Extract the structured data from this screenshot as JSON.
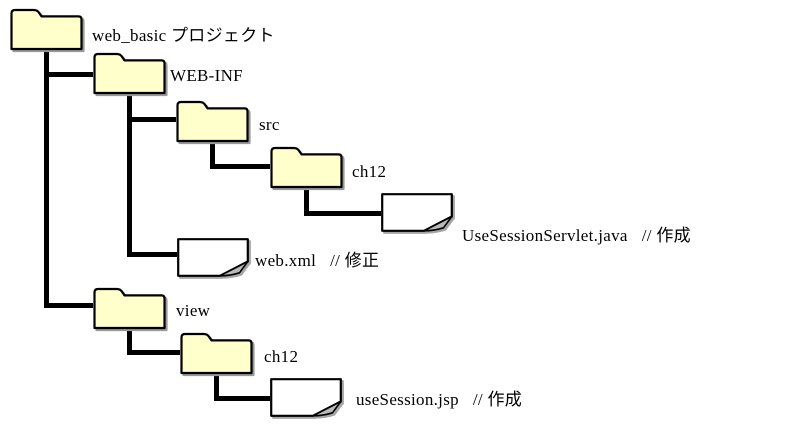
{
  "diagram": {
    "type": "folder-tree",
    "nodes": [
      {
        "id": "root",
        "kind": "folder",
        "label": "web_basic プロジェクト"
      },
      {
        "id": "web-inf",
        "kind": "folder",
        "label": "WEB-INF"
      },
      {
        "id": "src",
        "kind": "folder",
        "label": "src"
      },
      {
        "id": "ch12-src",
        "kind": "folder",
        "label": "ch12"
      },
      {
        "id": "servlet-java",
        "kind": "file",
        "label": "UseSessionServlet.java",
        "note": "// 作成"
      },
      {
        "id": "web-xml",
        "kind": "file",
        "label": "web.xml",
        "note": "// 修正"
      },
      {
        "id": "view",
        "kind": "folder",
        "label": "view"
      },
      {
        "id": "ch12-view",
        "kind": "folder",
        "label": "ch12"
      },
      {
        "id": "usesession-jsp",
        "kind": "file",
        "label": "useSession.jsp",
        "note": "// 作成"
      }
    ],
    "hierarchy": {
      "web_basic プロジェクト": {
        "WEB-INF": {
          "src": {
            "ch12": [
              "UseSessionServlet.java // 作成"
            ]
          },
          "web.xml": "// 修正"
        },
        "view": {
          "ch12": [
            "useSession.jsp // 作成"
          ]
        }
      }
    },
    "colors": {
      "folder_fill": "#ffffcc",
      "folder_border": "#000000",
      "file_fill": "#ffffff",
      "fold_flap": "#b9b9b9",
      "connector": "#000000",
      "shadow": "#999999",
      "text": "#000000",
      "background": "#ffffff"
    }
  }
}
